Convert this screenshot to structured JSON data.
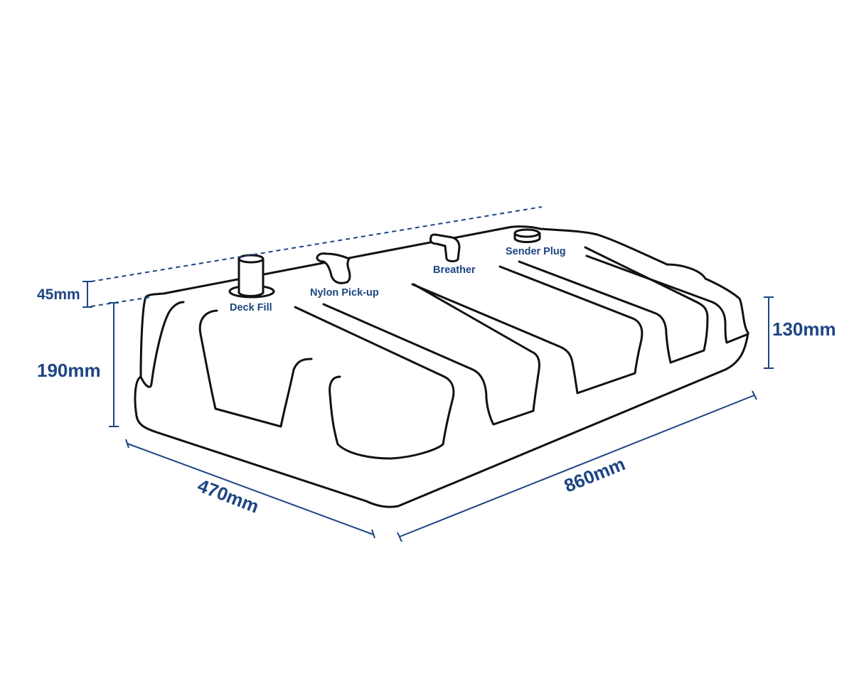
{
  "dimensions": {
    "top_offset": "45mm",
    "height_front": "190mm",
    "height_back": "130mm",
    "width": "470mm",
    "length": "860mm"
  },
  "fittings": {
    "deck_fill": "Deck Fill",
    "nylon_pickup": "Nylon Pick-up",
    "breather": "Breather",
    "sender_plug": "Sender Plug"
  },
  "colors": {
    "dimension": "#1d4583",
    "outline": "#111111"
  }
}
